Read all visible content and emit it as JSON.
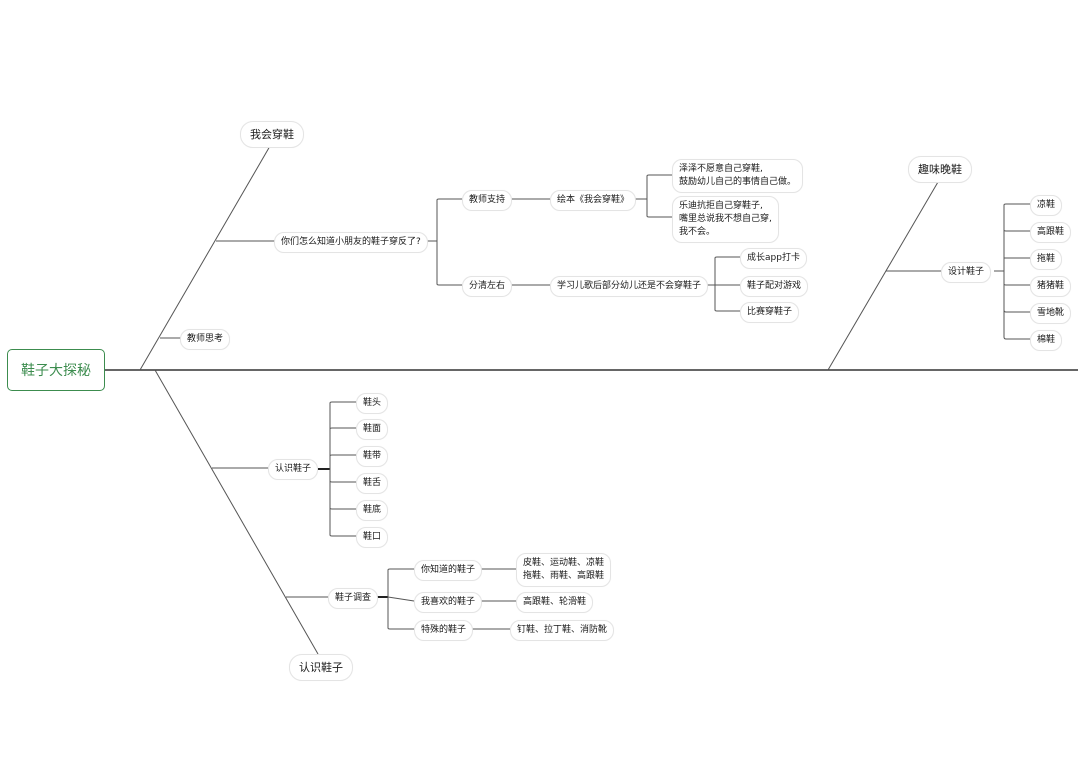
{
  "root": {
    "label": "鞋子大探秘"
  },
  "upper_left": {
    "branch1": "我会穿鞋",
    "question": "你们怎么知道小朋友的鞋子穿反了?",
    "teacher_support": "教师支持",
    "picture_book": "绘本《我会穿鞋》",
    "note1": [
      "泽泽不愿意自己穿鞋,",
      "鼓励幼儿自己的事情自己做。"
    ],
    "note2": [
      "乐迪抗拒自己穿鞋子,",
      "嘴里总说我不想自己穿,",
      "我不会。"
    ],
    "distinguish": "分清左右",
    "song": "学习儿歌后部分幼儿还是不会穿鞋子",
    "activities": [
      "成长app打卡",
      "鞋子配对游戏",
      "比赛穿鞋子"
    ],
    "teacher_thinking": "教师思考"
  },
  "upper_right": {
    "branch": "趣味晚鞋",
    "design": "设计鞋子",
    "shoes": [
      "凉鞋",
      "高跟鞋",
      "拖鞋",
      "猪猪鞋",
      "雪地靴",
      "棉鞋"
    ]
  },
  "lower_left": {
    "recognize": "认识鞋子",
    "parts": [
      "鞋头",
      "鞋面",
      "鞋带",
      "鞋舌",
      "鞋底",
      "鞋口"
    ],
    "survey": "鞋子调查",
    "known": "你知道的鞋子",
    "known_list": [
      "皮鞋、运动鞋、凉鞋",
      "拖鞋、雨鞋、高跟鞋"
    ],
    "liked": "我喜欢的鞋子",
    "liked_list": "高跟鞋、轮滑鞋",
    "special": "特殊的鞋子",
    "special_list": "钉鞋、拉丁鞋、消防靴",
    "branch_bottom": "认识鞋子"
  }
}
